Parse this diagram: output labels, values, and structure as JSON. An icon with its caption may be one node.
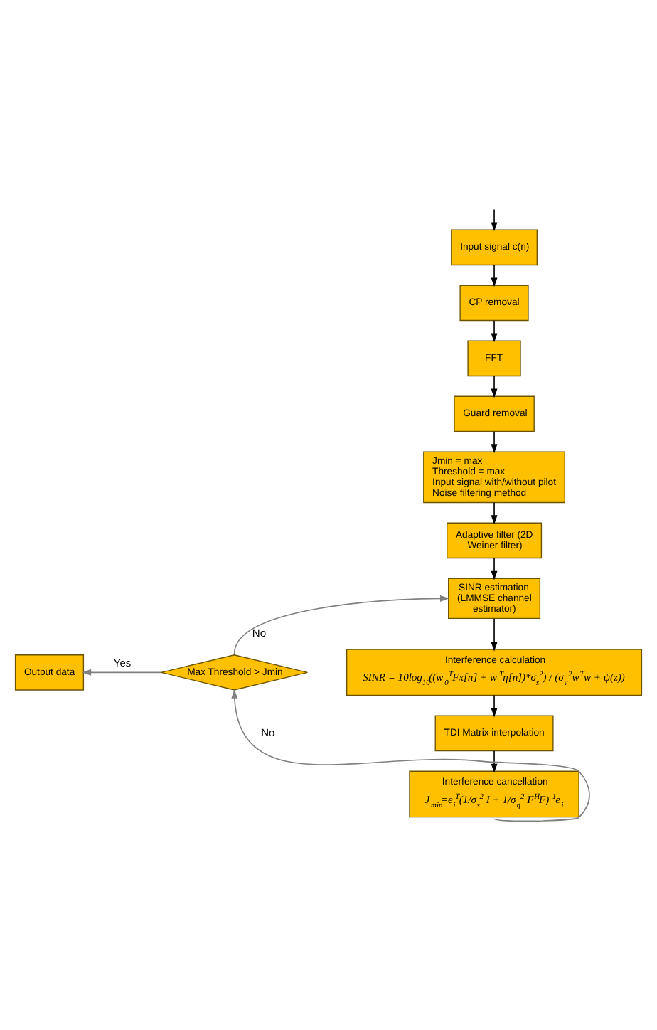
{
  "diagram": {
    "nodes": [
      {
        "text": [
          "Input signal c(n)"
        ]
      },
      {
        "text": [
          "CP removal"
        ]
      },
      {
        "text": [
          "FFT"
        ]
      },
      {
        "text": [
          "Guard removal"
        ]
      },
      {
        "text": [
          "Jmin = max",
          "Threshold = max",
          "Input signal with/without pilot",
          "Noise filtering method"
        ]
      },
      {
        "text": [
          "Adaptive filter (2D Weiner filter)"
        ]
      },
      {
        "text": [
          "SINR estimation (LMMSE channel estimator)"
        ]
      },
      {
        "text": [
          "Interference calculation",
          "SINR = 10log$_{10}$((w$_{0}$$^{T}$Fx[n] + w$^{T}$η[n])*σ$_{s}$$^{2}$) / (σ$_{v}$$^{2}$w$^{T}$w + ψ(z))"
        ]
      },
      {
        "text": [
          "TDI Matrix interpolation"
        ]
      },
      {
        "text": [
          "Interference cancellation",
          "J$_{min}$=e$_{i}$$^{T}$(1/σ$_{s}$$^{2}$ I + 1/σ$_{η}$$^{2}$ F$^{H}$F)$^{-1}$e$_{i}$"
        ]
      },
      {
        "text": [
          "Max Threshold > Jmin"
        ]
      },
      {
        "text": [
          "Output data"
        ]
      }
    ],
    "edges": [
      {
        "from": null,
        "to": 0,
        "arrow": "to"
      },
      {
        "from": 0,
        "to": 1,
        "arrow": "to"
      },
      {
        "from": 1,
        "to": 2,
        "arrow": "to"
      },
      {
        "from": 2,
        "to": 3,
        "arrow": "to"
      },
      {
        "from": 3,
        "to": 4,
        "arrow": "to"
      },
      {
        "from": 4,
        "to": 5,
        "arrow": "to"
      },
      {
        "from": 5,
        "to": 6,
        "arrow": "to"
      },
      {
        "from": 6,
        "to": 7,
        "arrow": "to"
      },
      {
        "from": 7,
        "to": 8,
        "arrow": "to"
      },
      {
        "from": 8,
        "to": 9,
        "arrow": "to"
      },
      {
        "from": 9,
        "to": 10,
        "label": "No",
        "arrow": "to",
        "color": "#808080"
      },
      {
        "from": 10,
        "to": 11,
        "label": "Yes",
        "arrow": "to",
        "color": "#808080"
      },
      {
        "from": 10,
        "to": 6,
        "label": "No",
        "arrow": "to",
        "color": "#808080"
      }
    ]
  }
}
